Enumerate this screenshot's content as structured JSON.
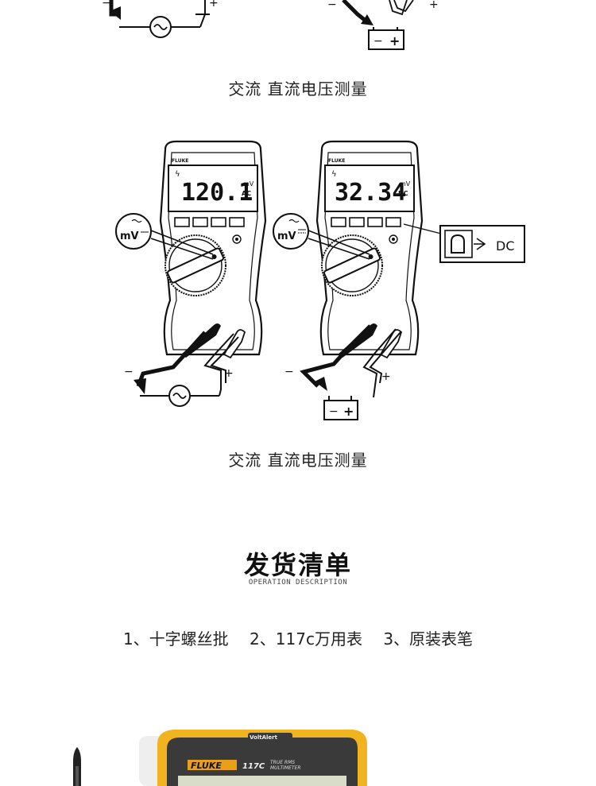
{
  "section1": {
    "caption": "交流  直流电压测量"
  },
  "section2": {
    "caption": "交流  直流电压测量",
    "meters": [
      {
        "brand": "FLUKE",
        "reading": "120.1",
        "unit_top": "mV",
        "unit_bottom": "AC",
        "dial_icon": "mV~"
      },
      {
        "brand": "FLUKE",
        "reading": "32.34",
        "unit_top": "mV",
        "unit_bottom": "DC",
        "dial_icon": "mV---"
      }
    ],
    "dc_callout": "DC",
    "polarity": {
      "minus": "−",
      "plus": "+"
    }
  },
  "shipping": {
    "title": "发货清单",
    "subtitle": "OPERATION DESCRIPTION",
    "items": [
      "1、十字螺丝批",
      "2、117c万用表",
      "3、原装表笔"
    ]
  },
  "product": {
    "brand": "FLUKE",
    "model": "117C",
    "line1": "TRUE RMS",
    "line2": "MULTIMETER",
    "badge": "VoltAlert"
  },
  "colors": {
    "fluke_yellow": "#f2b320",
    "fluke_orange": "#e8a01a",
    "lcd": "#d9dcc8"
  }
}
